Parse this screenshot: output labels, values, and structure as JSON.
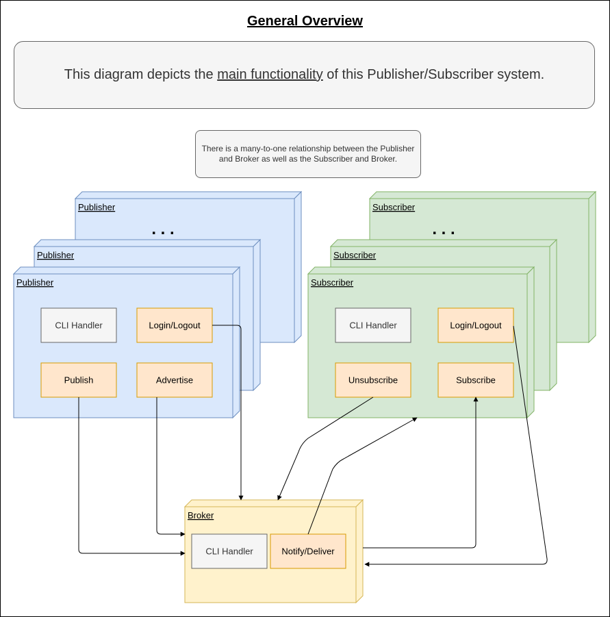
{
  "title": "General Overview",
  "banner": {
    "prefix": "This diagram depicts the ",
    "emphasis": "main functionality",
    "suffix": " of this Publisher/Subscriber system."
  },
  "note": "There is a many-to-one relationship between the Publisher and Broker as well as the Subscriber and Broker.",
  "publisher": {
    "label": "Publisher",
    "ellipsis": ". . .",
    "components": {
      "cli": "CLI Handler",
      "login": "Login/Logout",
      "publish": "Publish",
      "advertise": "Advertise"
    }
  },
  "subscriber": {
    "label": "Subscriber",
    "ellipsis": ". . .",
    "components": {
      "cli": "CLI Handler",
      "login": "Login/Logout",
      "unsubscribe": "Unsubscribe",
      "subscribe": "Subscribe"
    }
  },
  "broker": {
    "label": "Broker",
    "components": {
      "cli": "CLI Handler",
      "notify": "Notify/Deliver"
    }
  },
  "colors": {
    "publisher_fill": "#dae8fc",
    "publisher_stroke": "#6c8ebf",
    "subscriber_fill": "#d5e8d4",
    "subscriber_stroke": "#82b366",
    "broker_fill": "#fff2cc",
    "broker_stroke": "#d6b656",
    "action_fill": "#ffe6cc",
    "action_stroke": "#d79b00",
    "neutral_fill": "#f5f5f5",
    "neutral_stroke": "#666666"
  }
}
